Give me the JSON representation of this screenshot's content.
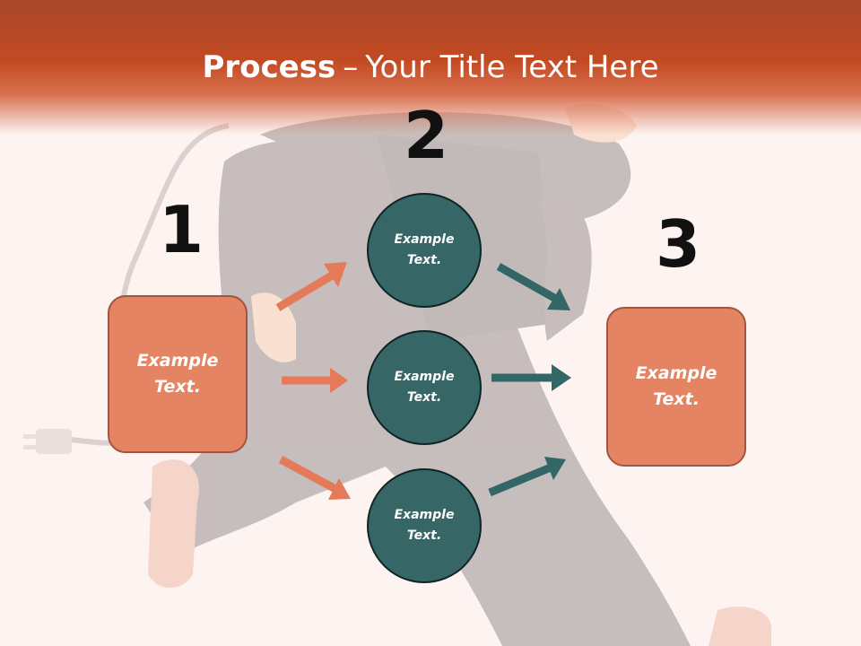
{
  "slide": {
    "title_bold": "Process",
    "title_dash": "–",
    "title_rest": "Your Title Text Here"
  },
  "steps": {
    "num1": "1",
    "num2": "2",
    "num3": "3"
  },
  "nodes": {
    "left_box": "Example Text.",
    "circle_top": "Example Text.",
    "circle_middle": "Example Text.",
    "circle_bottom": "Example Text.",
    "right_box": "Example Text."
  },
  "colors": {
    "header": "#c24a22",
    "box_fill": "#e48462",
    "circle_fill": "#366666",
    "arrow_orange": "#e47a58",
    "arrow_teal": "#336666"
  }
}
